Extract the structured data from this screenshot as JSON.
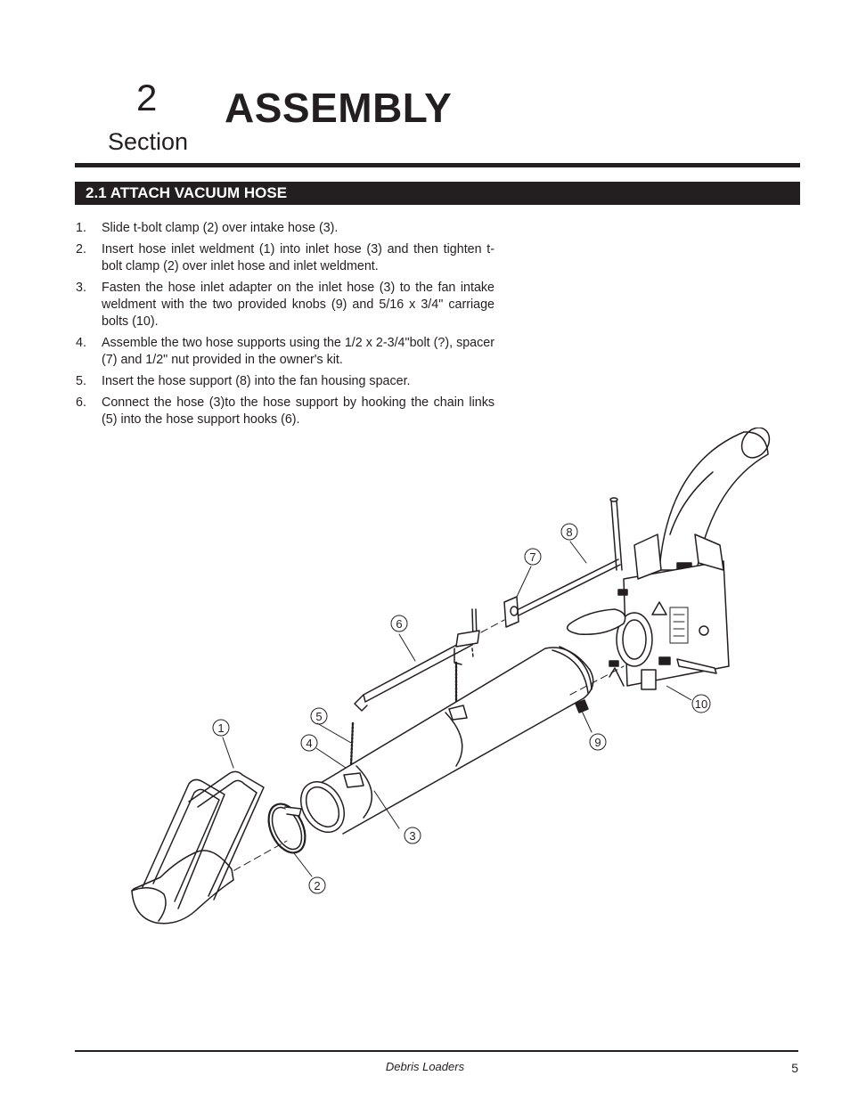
{
  "header": {
    "section_number": "2",
    "section_word": "Section",
    "title": "ASSEMBLY"
  },
  "subsection": {
    "heading": "2.1  ATTACH VACUUM HOSE"
  },
  "steps": [
    {
      "num": "1.",
      "text": "Slide t-bolt clamp (2) over intake hose (3)."
    },
    {
      "num": "2.",
      "text": "Insert hose inlet weldment (1) into inlet hose (3) and then tighten t-bolt clamp (2) over inlet hose and inlet weldment."
    },
    {
      "num": "3.",
      "text": "Fasten the hose inlet adapter on the inlet hose (3) to the fan intake weldment with the two provided knobs (9) and 5/16 x 3/4\" carriage bolts (10)."
    },
    {
      "num": "4.",
      "text": "Assemble the two hose supports using the 1/2 x 2-3/4\"bolt (?), spacer (7) and 1/2\" nut provided in the owner's kit."
    },
    {
      "num": "5.",
      "text": "Insert the hose support (8) into the fan housing spacer."
    },
    {
      "num": "6.",
      "text": "Connect the hose (3)to the hose support by hooking the chain links (5) into the hose support hooks (6)."
    }
  ],
  "diagram": {
    "callouts": [
      "1",
      "2",
      "3",
      "4",
      "5",
      "6",
      "7",
      "8",
      "9",
      "10"
    ]
  },
  "footer": {
    "title": "Debris Loaders",
    "page": "5"
  }
}
